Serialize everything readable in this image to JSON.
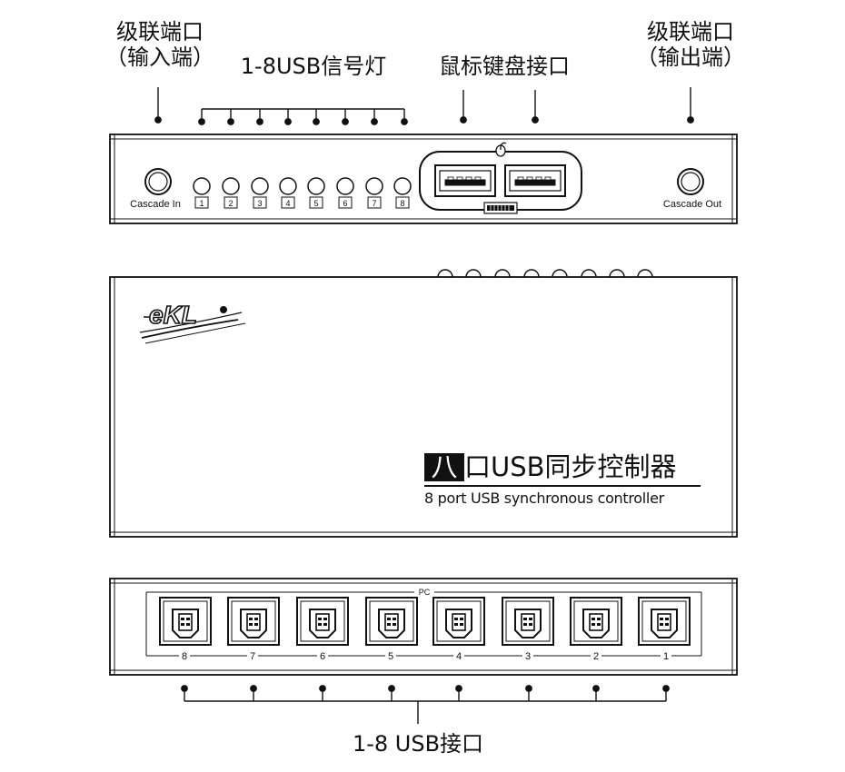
{
  "callouts": {
    "cascade_in_line1": "级联端口",
    "cascade_in_line2": "（输入端）",
    "led_label": "1-8USB信号灯",
    "kbm_label": "鼠标键盘接口",
    "cascade_out_line1": "级联端口",
    "cascade_out_line2": "（输出端）",
    "usb_ports_label": "1-8 USB接口"
  },
  "front_panel": {
    "cascade_in": "Cascade In",
    "cascade_out": "Cascade Out",
    "led_numbers": [
      "1",
      "2",
      "3",
      "4",
      "5",
      "6",
      "7",
      "8"
    ]
  },
  "top_panel": {
    "brand_logo": "eKL",
    "product_title_highlight": "八",
    "product_title_rest": "口USB同步控制器",
    "product_subtitle": "8 port USB synchronous controller"
  },
  "back_panel": {
    "group_label": "PC",
    "port_numbers": [
      "8",
      "7",
      "6",
      "5",
      "4",
      "3",
      "2",
      "1"
    ]
  },
  "icons": {
    "mouse": "mouse-icon",
    "keyboard": "keyboard-icon",
    "usb_a": "usb-a-port-icon",
    "usb_b": "usb-b-port-icon",
    "round_port": "round-jack-icon",
    "led": "led-indicator-icon"
  },
  "colors": {
    "stroke": "#111111",
    "panel_fill": "#ffffff",
    "shade": "#d8d8d8"
  }
}
